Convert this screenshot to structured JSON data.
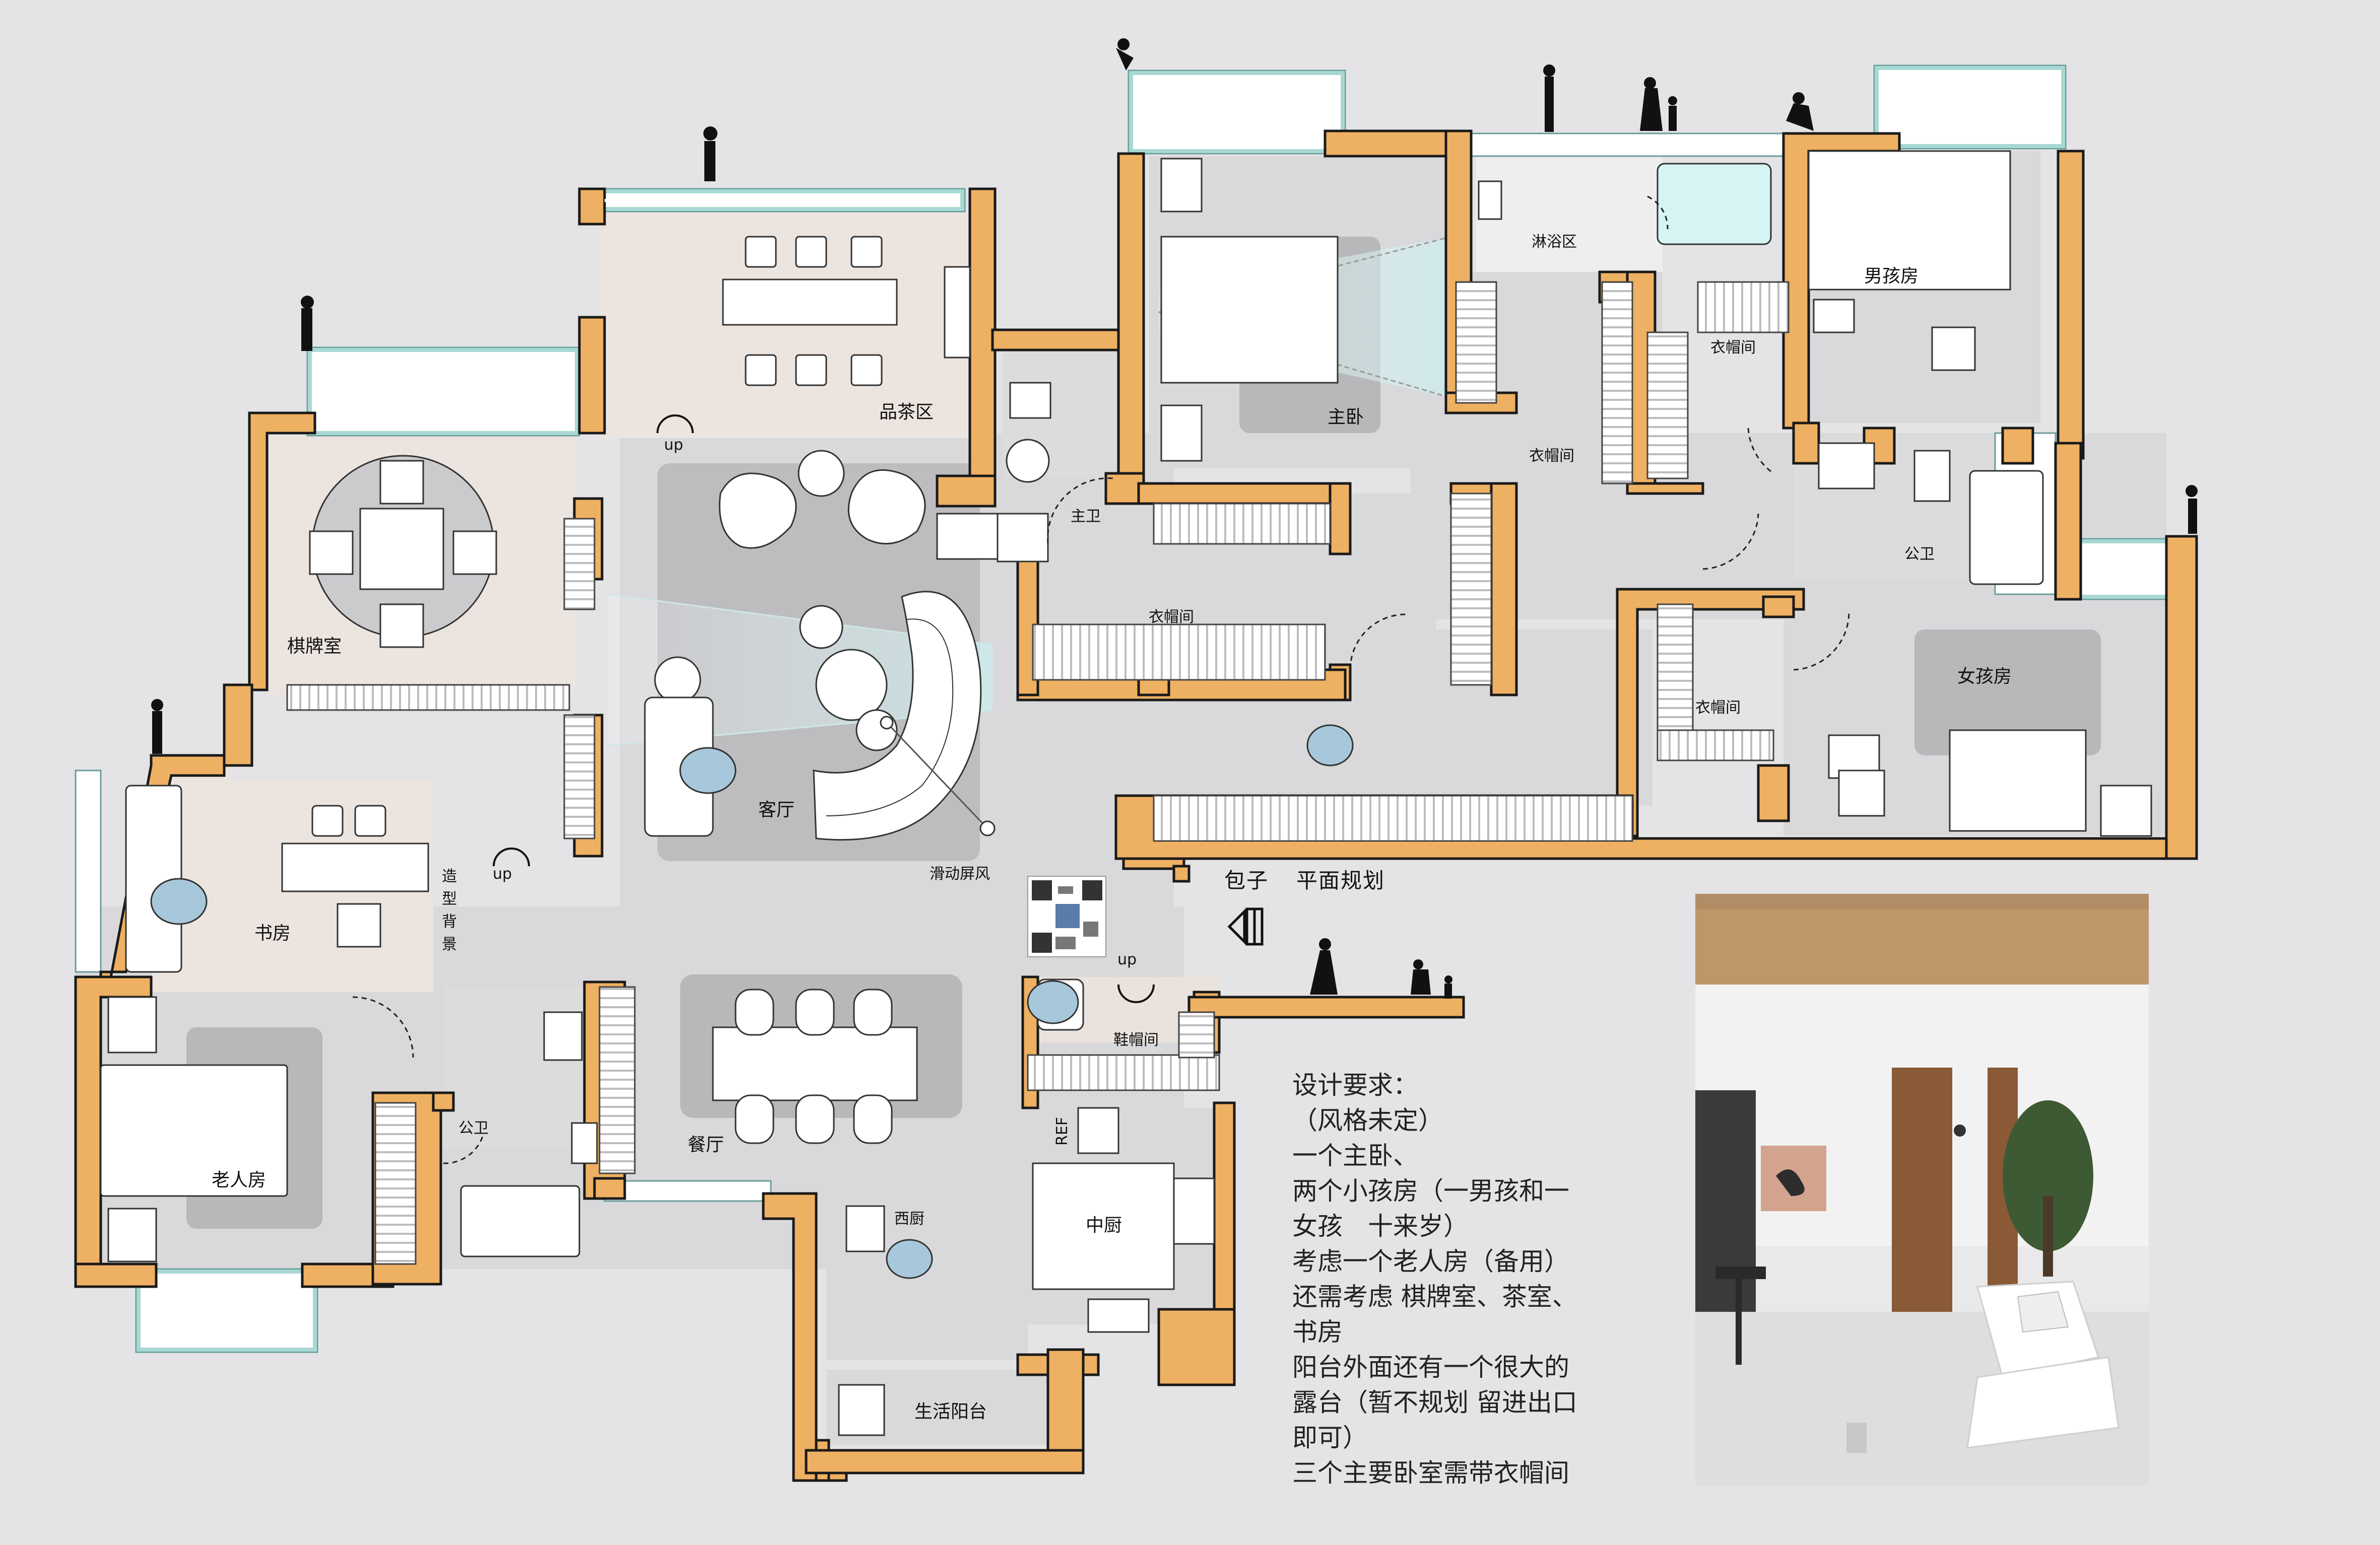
{
  "rooms": {
    "tea_area": "品茶区",
    "chess_room": "棋牌室",
    "living_room": "客厅",
    "study": "书房",
    "feature_wall": [
      "造",
      "型",
      "背",
      "景"
    ],
    "elder_room": "老人房",
    "public_bath_left": "公卫",
    "dining_room": "餐厅",
    "western_kitchen": "西厨",
    "chinese_kitchen": "中厨",
    "service_balcony": "生活阳台",
    "shoe_closet": "鞋帽间",
    "master_bedroom": "主卧",
    "master_bath": "主卫",
    "master_closet": "衣帽间",
    "shower_area": "淋浴区",
    "closet_center": "衣帽间",
    "boy_room": "男孩房",
    "boy_closet": "衣帽间",
    "public_bath_right": "公卫",
    "girl_room": "女孩房",
    "girl_closet": "衣帽间",
    "sliding_screen": "滑动屏风",
    "fridge": "REF"
  },
  "markers": {
    "up": "up"
  },
  "title": {
    "name": "包子",
    "subtitle": "平面规划"
  },
  "requirements": [
    "设计要求：",
    "（风格未定）",
    "一个主卧、",
    "两个小孩房（一男孩和一",
    "女孩　十来岁）",
    "考虑一个老人房（备用）",
    "还需考虑  棋牌室、茶室、",
    "书房",
    "阳台外面还有一个很大的",
    "露台（暂不规划  留进出口",
    "即可）",
    "三个主要卧室需带衣帽间"
  ],
  "colors": {
    "wall": "#eeb062",
    "wall_outline": "#1a1a1a",
    "floor_grey": "#d9d9db",
    "floor_warm": "#ece4df",
    "rug": "#b9b9bc",
    "window_frame": "#9fd0cc",
    "background": "#e4e4e6"
  }
}
